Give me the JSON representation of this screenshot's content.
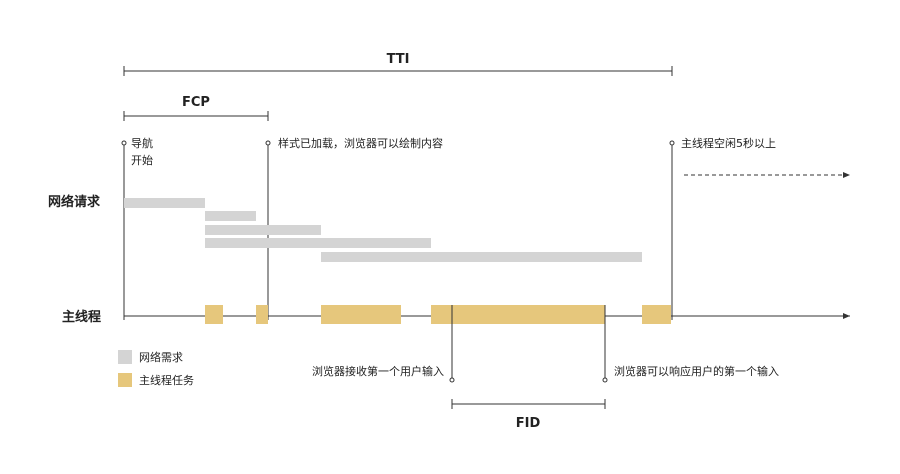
{
  "brackets": {
    "tti": "TTI",
    "fcp": "FCP",
    "fid": "FID"
  },
  "rows": {
    "network": "网络请求",
    "main_thread": "主线程"
  },
  "annotations": {
    "nav_start_line1": "导航",
    "nav_start_line2": "开始",
    "styles_loaded": "样式已加载，浏览器可以绘制内容",
    "main_idle": "主线程空闲5秒以上",
    "browser_receives": "浏览器接收第一个用户输入",
    "browser_responds": "浏览器可以响应用户的第一个输入"
  },
  "legend": {
    "network": "网络需求",
    "main_task": "主线程任务"
  },
  "colors": {
    "network_bar": "#d4d4d4",
    "main_task_bar": "#e6c77c",
    "line": "#333333"
  },
  "icons": {
    "axis_arrow": "arrow-right-icon",
    "continuation": "dashed-arrow-right-icon"
  }
}
